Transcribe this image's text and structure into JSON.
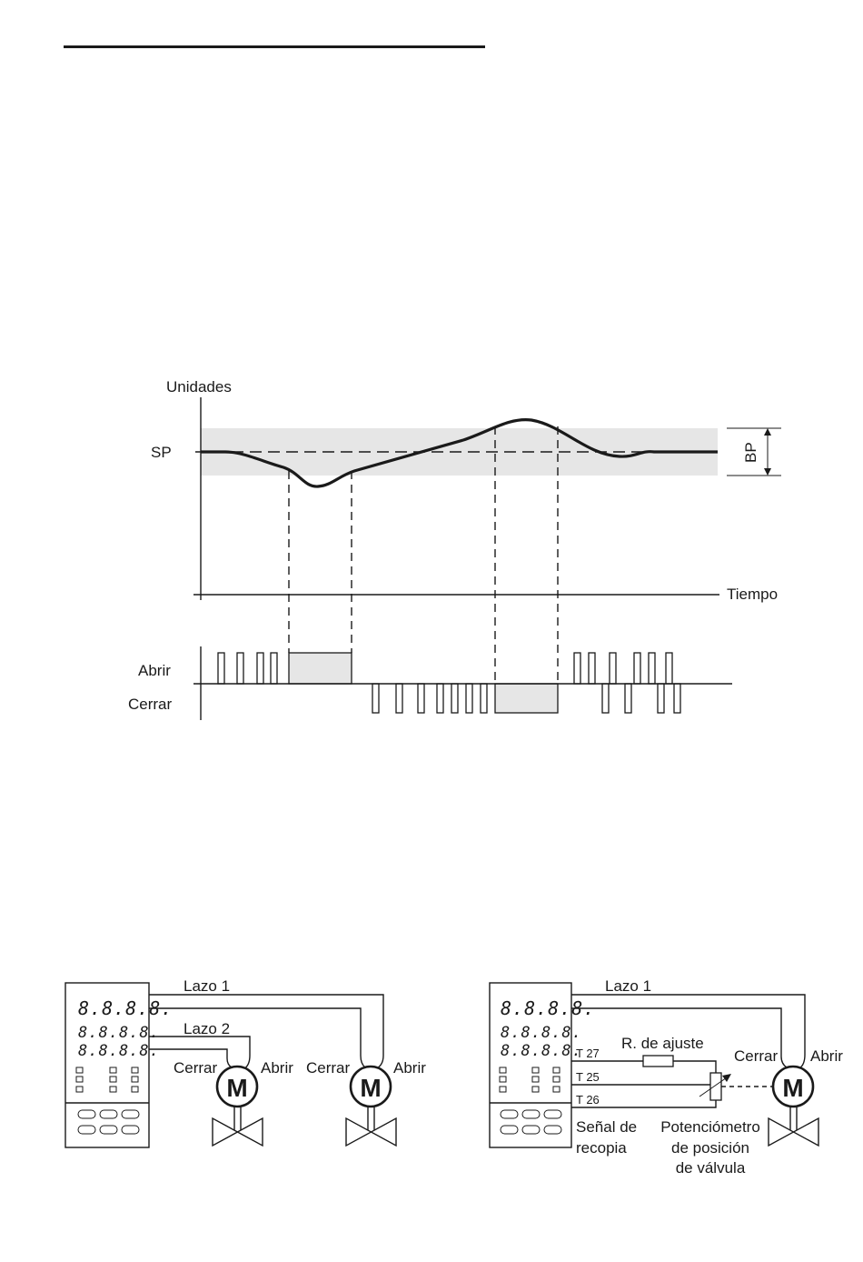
{
  "chart": {
    "y_axis_label": "Unidades",
    "setpoint_label": "SP",
    "band_label": "BP",
    "x_axis_label": "Tiempo",
    "open_label": "Abrir",
    "close_label": "Cerrar"
  },
  "wiring_left": {
    "loop1_label": "Lazo 1",
    "loop2_label": "Lazo 2",
    "display_row1": "8.8.8.8.",
    "display_row2": "8.8.8.8.",
    "display_row3": "8.8.8.8.",
    "valve1_close": "Cerrar",
    "valve1_open": "Abrir",
    "valve2_close": "Cerrar",
    "valve2_open": "Abrir",
    "motor_label": "M"
  },
  "wiring_right": {
    "loop1_label": "Lazo 1",
    "display_row1": "8.8.8.8.",
    "display_row2": "8.8.8.8.",
    "display_row3": "8.8.8.8.",
    "terminal_27": "T 27",
    "terminal_25": "T 25",
    "terminal_26": "T 26",
    "resistor_label": "R. de ajuste",
    "valve_close": "Cerrar",
    "valve_open": "Abrir",
    "motor_label": "M",
    "signal_label_line1": "Señal de",
    "signal_label_line2": "recopia",
    "pot_label_line1": "Potenciómetro",
    "pot_label_line2": "de posición",
    "pot_label_line3": "de válvula"
  }
}
